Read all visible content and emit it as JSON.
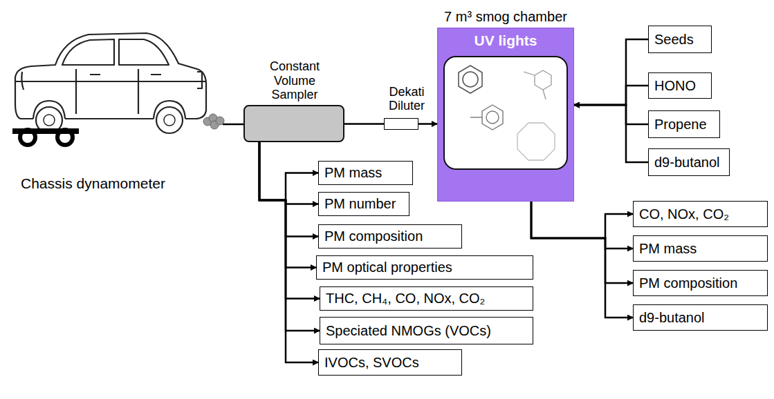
{
  "diagram": {
    "nodes": [
      {
        "text": [
          "Constant Volume Sampler"
        ]
      },
      {
        "text": [
          "Dekati Diluter"
        ]
      },
      {
        "text": [
          "7 m³ smog chamber",
          "UV lights"
        ]
      },
      {
        "text": [
          "Seeds"
        ]
      },
      {
        "text": [
          "HONO"
        ]
      },
      {
        "text": [
          "Propene"
        ]
      },
      {
        "text": [
          "d9-butanol"
        ]
      },
      {
        "text": [
          "PM mass"
        ]
      },
      {
        "text": [
          "PM number"
        ]
      },
      {
        "text": [
          "PM composition"
        ]
      },
      {
        "text": [
          "PM optical properties"
        ]
      },
      {
        "text": [
          "THC, CH₄, CO, NOx, CO₂"
        ]
      },
      {
        "text": [
          "Speciated NMOGs (VOCs)"
        ]
      },
      {
        "text": [
          "IVOCs, SVOCs"
        ]
      },
      {
        "text": [
          "CO, NOx, CO₂"
        ]
      },
      {
        "text": [
          "PM mass"
        ]
      },
      {
        "text": [
          "PM composition"
        ]
      },
      {
        "text": [
          "d9-butanol"
        ]
      }
    ],
    "edges": [
      {
        "from": 0,
        "to": 1,
        "arrow": "none"
      },
      {
        "from": 1,
        "to": 2,
        "arrow": "to"
      },
      {
        "from": 0,
        "to": 7,
        "arrow": "to"
      },
      {
        "from": 0,
        "to": 8,
        "arrow": "to"
      },
      {
        "from": 0,
        "to": 9,
        "arrow": "to"
      },
      {
        "from": 0,
        "to": 10,
        "arrow": "to"
      },
      {
        "from": 0,
        "to": 11,
        "arrow": "to"
      },
      {
        "from": 0,
        "to": 12,
        "arrow": "to"
      },
      {
        "from": 0,
        "to": 13,
        "arrow": "to"
      },
      {
        "from": 3,
        "to": 2,
        "arrow": "to"
      },
      {
        "from": 4,
        "to": 2,
        "arrow": "to"
      },
      {
        "from": 5,
        "to": 2,
        "arrow": "to"
      },
      {
        "from": 6,
        "to": 2,
        "arrow": "to"
      },
      {
        "from": 2,
        "to": 14,
        "arrow": "to"
      },
      {
        "from": 2,
        "to": 15,
        "arrow": "to"
      },
      {
        "from": 2,
        "to": 16,
        "arrow": "to"
      },
      {
        "from": 2,
        "to": 17,
        "arrow": "to"
      }
    ],
    "labels": [
      "Chassis dynamometer"
    ]
  }
}
